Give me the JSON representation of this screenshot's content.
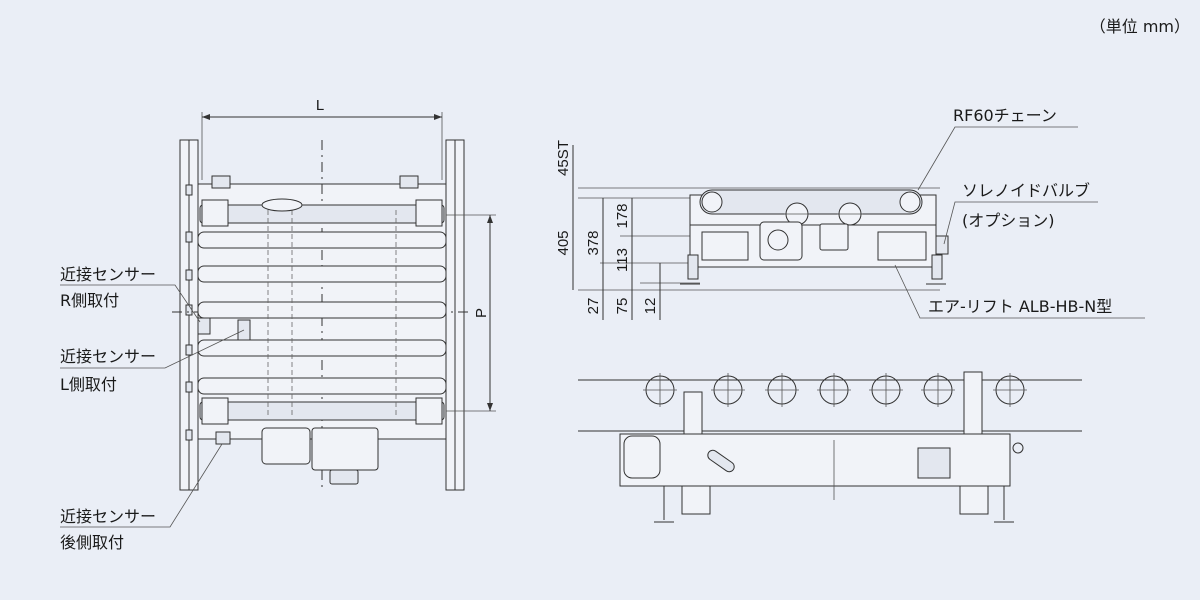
{
  "unit_note": "（単位 mm）",
  "top_view": {
    "dim_width": "L",
    "dim_pitch": "P",
    "sensor_r": {
      "line1": "近接センサー",
      "line2": "R側取付"
    },
    "sensor_l": {
      "line1": "近接センサー",
      "line2": "L側取付"
    },
    "sensor_rear": {
      "line1": "近接センサー",
      "line2": "後側取付"
    }
  },
  "side_view": {
    "chain": "RF60チェーン",
    "solenoid_line1": "ソレノイドバルブ",
    "solenoid_line2": "(オプション)",
    "air_lift": "エア-リフト ALB-HB-N型",
    "dims": {
      "stroke": "45ST",
      "total": "405",
      "h378": "378",
      "h178": "178",
      "h113": "113",
      "h27": "27",
      "h75": "75",
      "h12": "12"
    }
  },
  "colors": {
    "background": "#eaeef6",
    "line": "#333333"
  }
}
